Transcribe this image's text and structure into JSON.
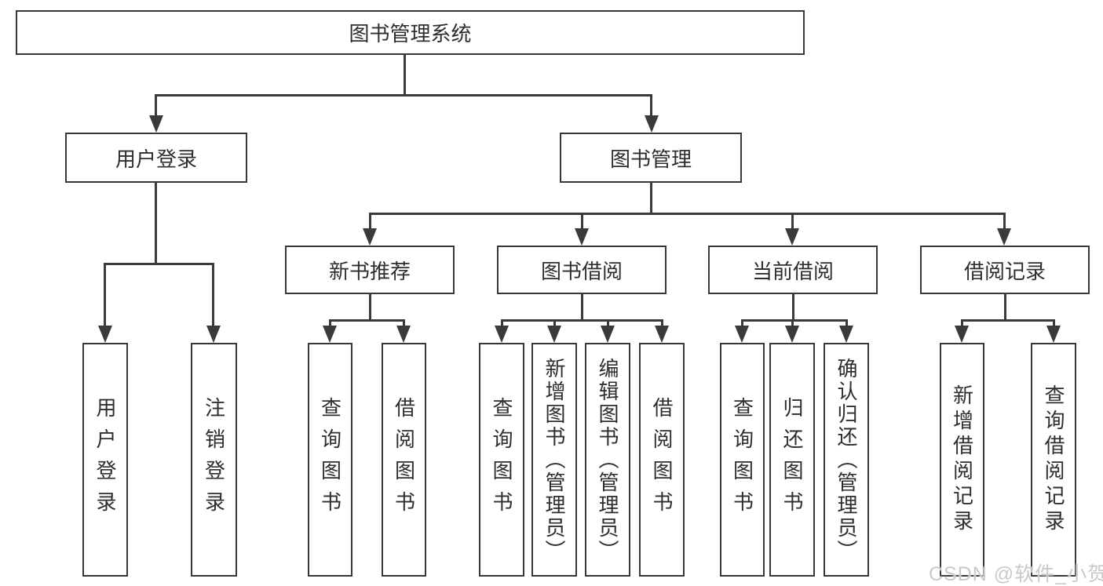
{
  "root": {
    "label": "图书管理系统"
  },
  "branches": {
    "userLogin": {
      "label": "用户登录",
      "children": [
        "用户登录",
        "注销登录"
      ]
    },
    "bookMgmt": {
      "label": "图书管理"
    }
  },
  "modules": {
    "newBooks": {
      "label": "新书推荐",
      "children": [
        "查询图书",
        "借阅图书"
      ]
    },
    "borrow": {
      "label": "图书借阅",
      "children": [
        "查询图书",
        "新增图书（管理员）",
        "编辑图书（管理员）",
        "借阅图书"
      ]
    },
    "current": {
      "label": "当前借阅",
      "children": [
        "查询图书",
        "归还图书",
        "确认归还（管理员）"
      ]
    },
    "records": {
      "label": "借阅记录",
      "children": [
        "新增借阅记录",
        "查询借阅记录"
      ]
    }
  },
  "watermark": {
    "text": "CSDN @软件_小贺同学"
  }
}
